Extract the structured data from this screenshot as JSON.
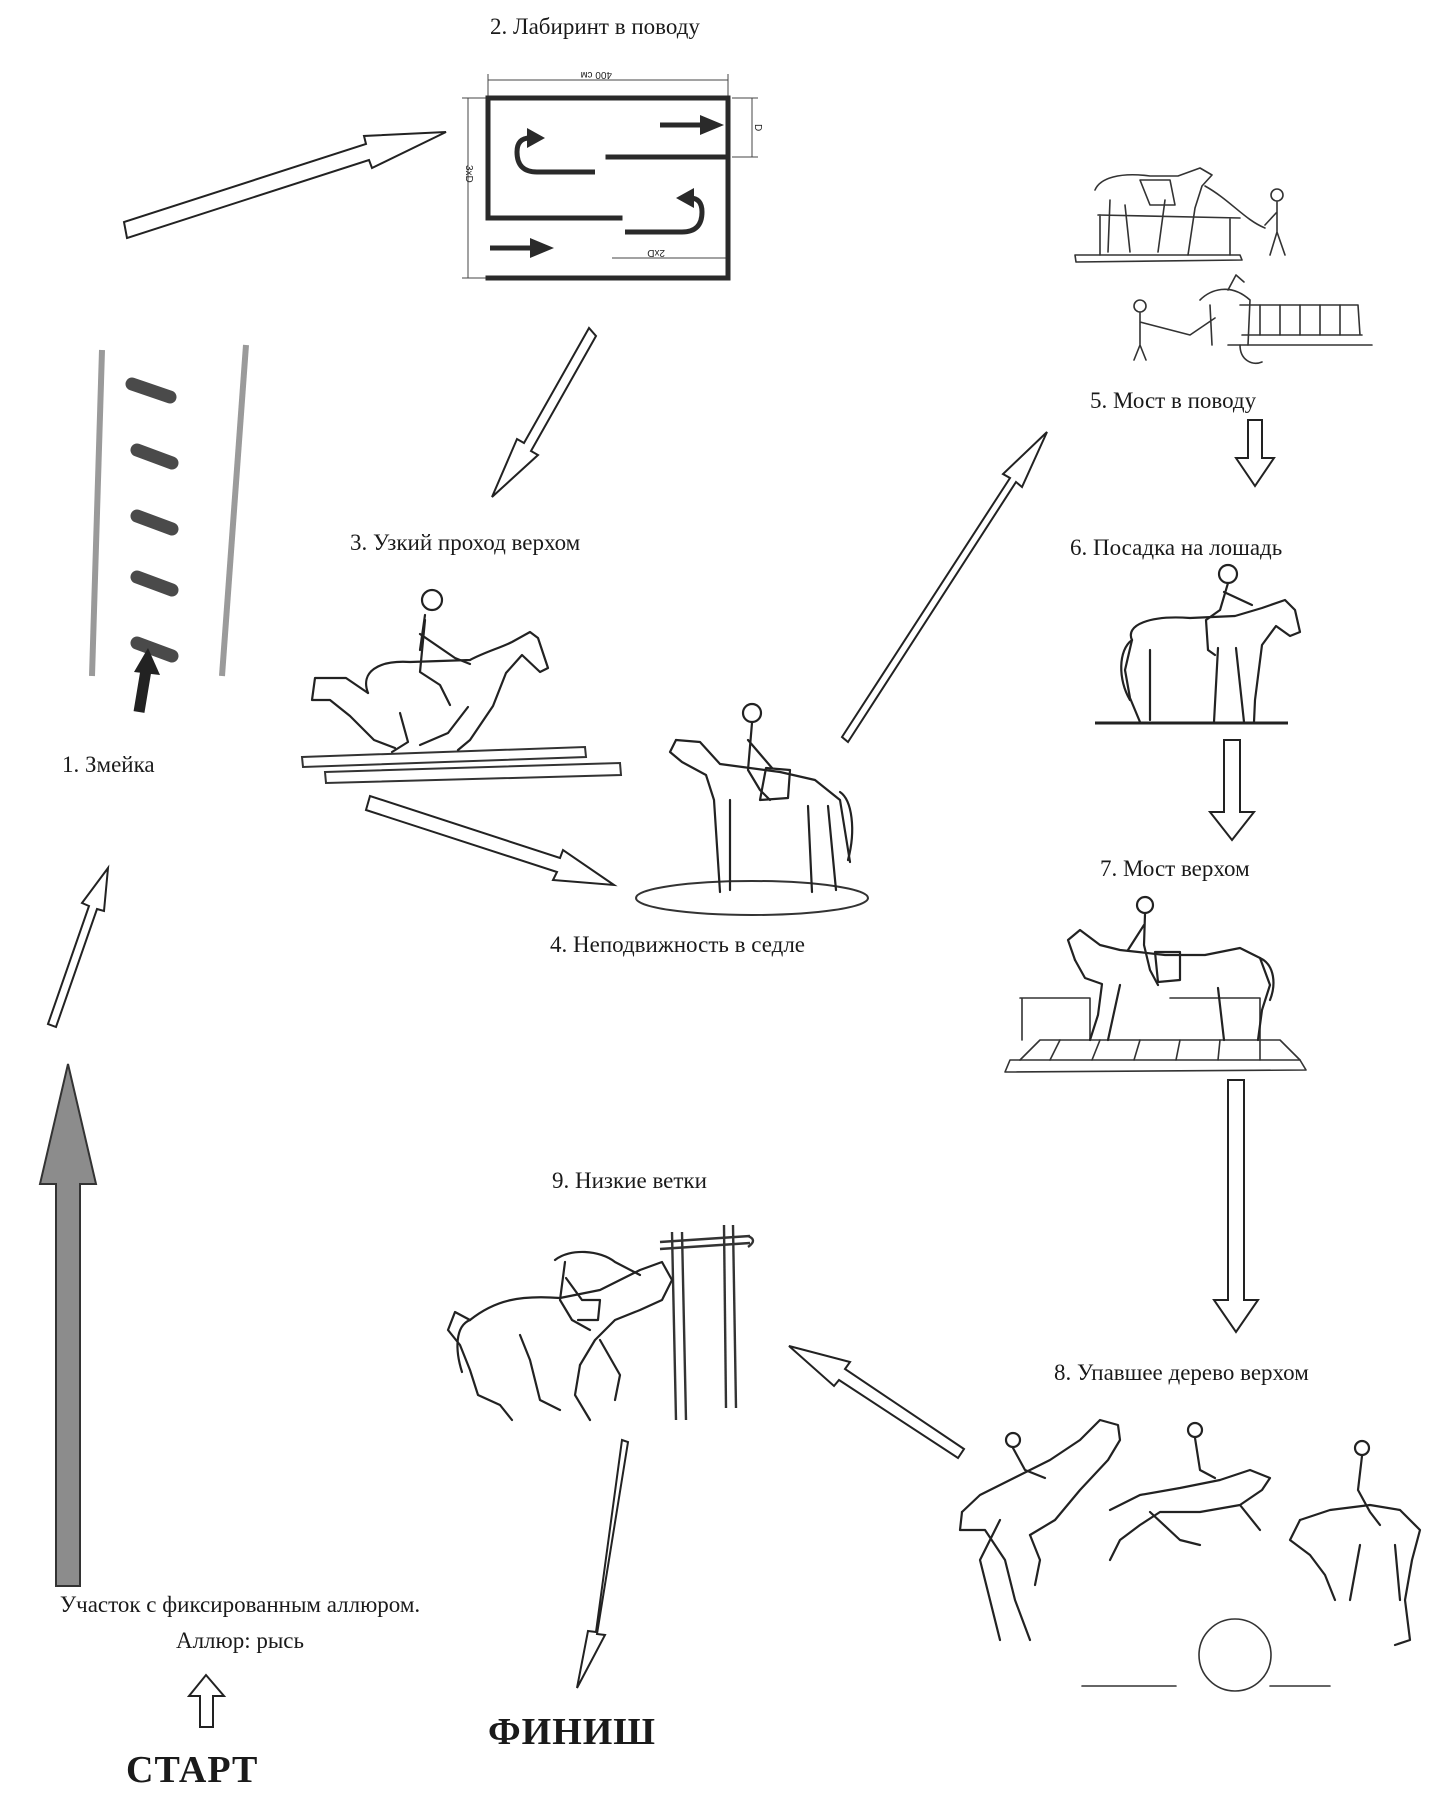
{
  "stations": {
    "s1": "1. Змейка",
    "s2": "2. Лабиринт в поводу",
    "s3": "3. Узкий проход верхом",
    "s4": "4. Неподвижность в седле",
    "s5": "5. Мост в поводу",
    "s6": "6. Посадка на лошадь",
    "s7": "7. Мост верхом",
    "s8": "8. Упавшее дерево верхом",
    "s9": "9. Низкие ветки"
  },
  "maze": {
    "width_label": "400 см",
    "height_label": "3xD",
    "gap_label": "D",
    "inner_label": "2xD"
  },
  "fixed_gait": {
    "line1": "Участок с фиксированным аллюром.",
    "line2": "Аллюр: рысь"
  },
  "start_label": "СТАРТ",
  "finish_label": "ФИНИШ",
  "colors": {
    "ink": "#1a1a1a",
    "pole_gray": "#9a9a9a",
    "big_arrow_gray": "#8c8c8c",
    "log_dark": "#4a4a4a",
    "background": "#ffffff"
  }
}
